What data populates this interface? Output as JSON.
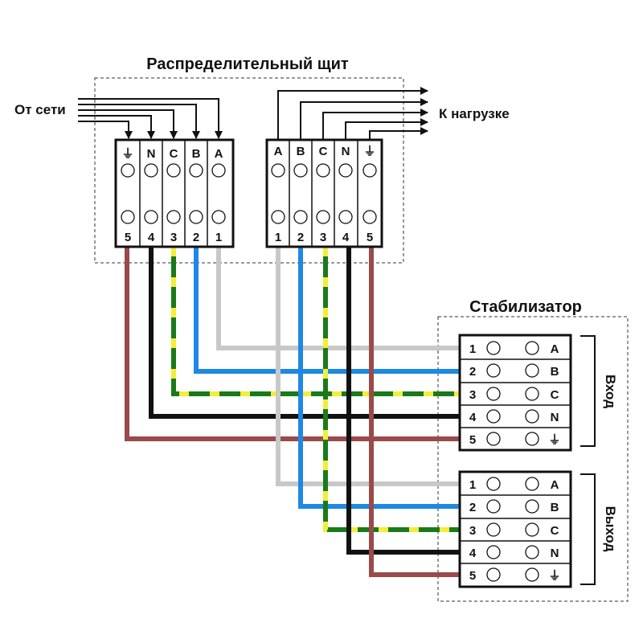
{
  "panel": {
    "title": "Распределительный щит",
    "from_grid": "От сети",
    "to_load": "К нагрузке",
    "input_block": {
      "top": [
        "⏚",
        "N",
        "C",
        "B",
        "A"
      ],
      "bottom": [
        "5",
        "4",
        "3",
        "2",
        "1"
      ]
    },
    "output_block": {
      "top": [
        "A",
        "B",
        "C",
        "N",
        "⏚"
      ],
      "bottom": [
        "1",
        "2",
        "3",
        "4",
        "5"
      ]
    }
  },
  "stabilizer": {
    "title": "Стабилизатор",
    "input": {
      "label": "Вход",
      "numbers": [
        "1",
        "2",
        "3",
        "4",
        "5"
      ],
      "phases": [
        "A",
        "B",
        "C",
        "N",
        "⏚"
      ]
    },
    "output": {
      "label": "Выход",
      "numbers": [
        "1",
        "2",
        "3",
        "4",
        "5"
      ],
      "phases": [
        "A",
        "B",
        "C",
        "N",
        "⏚"
      ]
    }
  },
  "wire_colors": {
    "phase_a": "#c8c8c8",
    "phase_b": "#1e88e5",
    "phase_c_green": "#1a7a1a",
    "phase_c_yellow": "#f2ee3a",
    "neutral": "#111111",
    "ground": "#9a4a4a"
  }
}
